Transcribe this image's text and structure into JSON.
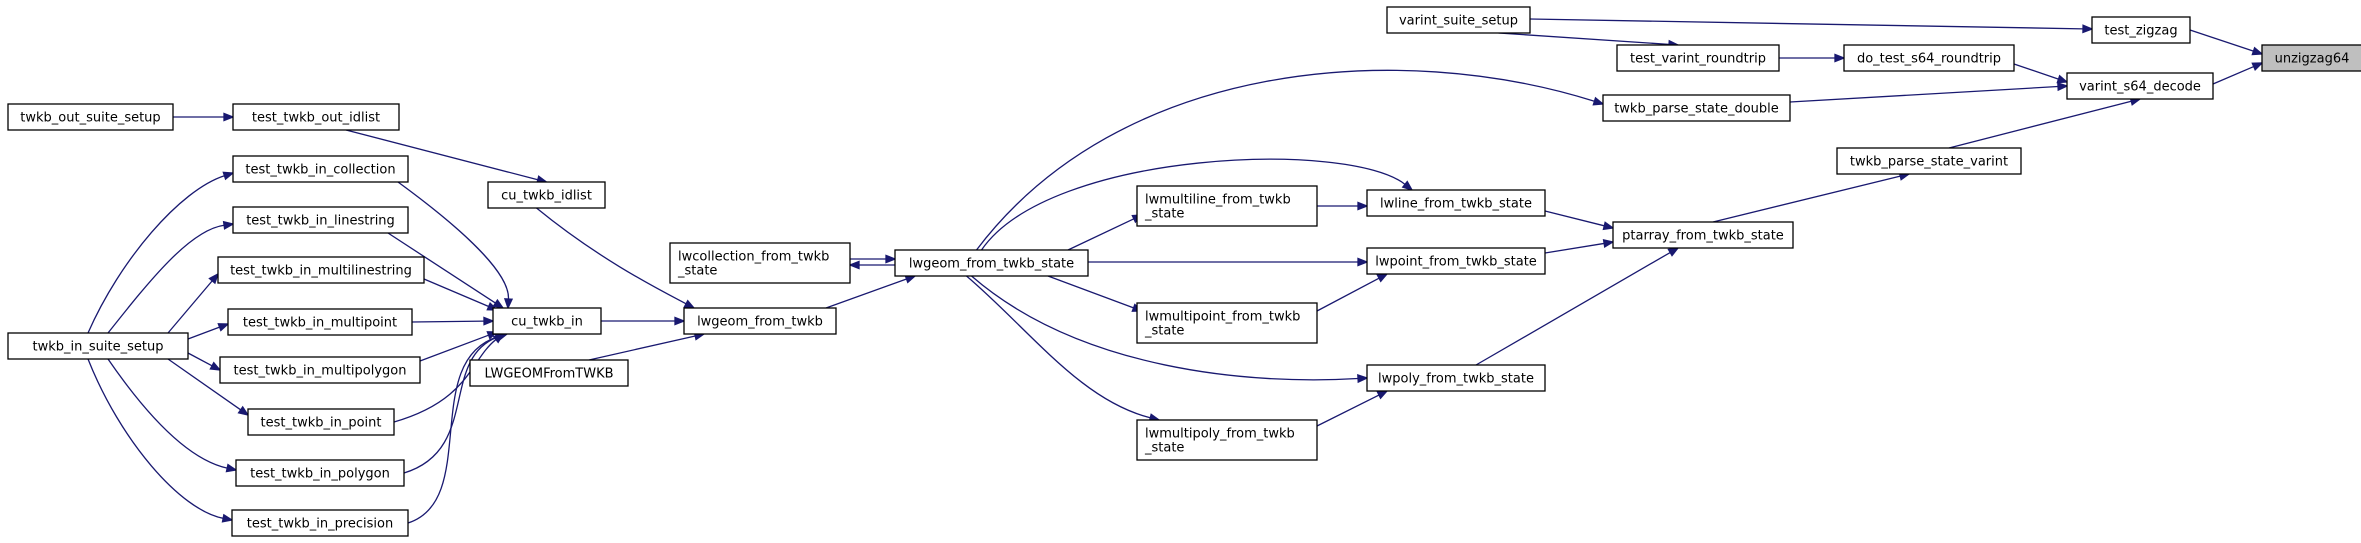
{
  "graph": {
    "nodes": [
      {
        "id": "unzigzag64",
        "lines": [
          "unzigzag64"
        ],
        "root": true
      },
      {
        "id": "test_zigzag",
        "lines": [
          "test_zigzag"
        ]
      },
      {
        "id": "varint_s64_decode",
        "lines": [
          "varint_s64_decode"
        ]
      },
      {
        "id": "varint_suite_setup",
        "lines": [
          "varint_suite_setup"
        ]
      },
      {
        "id": "do_test_s64_roundtrip",
        "lines": [
          "do_test_s64_roundtrip"
        ]
      },
      {
        "id": "test_varint_roundtrip",
        "lines": [
          "test_varint_roundtrip"
        ]
      },
      {
        "id": "twkb_parse_state_double",
        "lines": [
          "twkb_parse_state_double"
        ]
      },
      {
        "id": "twkb_parse_state_varint",
        "lines": [
          "twkb_parse_state_varint"
        ]
      },
      {
        "id": "ptarray_from_twkb_state",
        "lines": [
          "ptarray_from_twkb_state"
        ]
      },
      {
        "id": "lwline_from_twkb_state",
        "lines": [
          "lwline_from_twkb_state"
        ]
      },
      {
        "id": "lwpoint_from_twkb_state",
        "lines": [
          "lwpoint_from_twkb_state"
        ]
      },
      {
        "id": "lwpoly_from_twkb_state",
        "lines": [
          "lwpoly_from_twkb_state"
        ]
      },
      {
        "id": "lwmultiline_from_twkb_state",
        "lines": [
          "lwmultiline_from_twkb",
          "_state"
        ]
      },
      {
        "id": "lwmultipoint_from_twkb_state",
        "lines": [
          "lwmultipoint_from_twkb",
          "_state"
        ]
      },
      {
        "id": "lwmultipoly_from_twkb_state",
        "lines": [
          "lwmultipoly_from_twkb",
          "_state"
        ]
      },
      {
        "id": "lwgeom_from_twkb_state",
        "lines": [
          "lwgeom_from_twkb_state"
        ]
      },
      {
        "id": "lwcollection_from_twkb_state",
        "lines": [
          "lwcollection_from_twkb",
          "_state"
        ]
      },
      {
        "id": "lwgeom_from_twkb",
        "lines": [
          "lwgeom_from_twkb"
        ]
      },
      {
        "id": "LWGEOMFromTWKB",
        "lines": [
          "LWGEOMFromTWKB"
        ]
      },
      {
        "id": "cu_twkb_in",
        "lines": [
          "cu_twkb_in"
        ]
      },
      {
        "id": "cu_twkb_idlist",
        "lines": [
          "cu_twkb_idlist"
        ]
      },
      {
        "id": "test_twkb_out_idlist",
        "lines": [
          "test_twkb_out_idlist"
        ]
      },
      {
        "id": "twkb_out_suite_setup",
        "lines": [
          "twkb_out_suite_setup"
        ]
      },
      {
        "id": "test_twkb_in_collection",
        "lines": [
          "test_twkb_in_collection"
        ]
      },
      {
        "id": "test_twkb_in_linestring",
        "lines": [
          "test_twkb_in_linestring"
        ]
      },
      {
        "id": "test_twkb_in_multilinestring",
        "lines": [
          "test_twkb_in_multilinestring"
        ]
      },
      {
        "id": "test_twkb_in_multipoint",
        "lines": [
          "test_twkb_in_multipoint"
        ]
      },
      {
        "id": "test_twkb_in_multipolygon",
        "lines": [
          "test_twkb_in_multipolygon"
        ]
      },
      {
        "id": "test_twkb_in_point",
        "lines": [
          "test_twkb_in_point"
        ]
      },
      {
        "id": "test_twkb_in_polygon",
        "lines": [
          "test_twkb_in_polygon"
        ]
      },
      {
        "id": "test_twkb_in_precision",
        "lines": [
          "test_twkb_in_precision"
        ]
      },
      {
        "id": "twkb_in_suite_setup",
        "lines": [
          "twkb_in_suite_setup"
        ]
      }
    ],
    "edges": [
      {
        "from": "test_zigzag",
        "to": "unzigzag64"
      },
      {
        "from": "varint_s64_decode",
        "to": "unzigzag64"
      },
      {
        "from": "varint_suite_setup",
        "to": "test_zigzag"
      },
      {
        "from": "do_test_s64_roundtrip",
        "to": "varint_s64_decode"
      },
      {
        "from": "twkb_parse_state_double",
        "to": "varint_s64_decode"
      },
      {
        "from": "twkb_parse_state_varint",
        "to": "varint_s64_decode"
      },
      {
        "from": "test_varint_roundtrip",
        "to": "do_test_s64_roundtrip"
      },
      {
        "from": "varint_suite_setup",
        "to": "test_varint_roundtrip"
      },
      {
        "from": "lwgeom_from_twkb_state",
        "to": "twkb_parse_state_double"
      },
      {
        "from": "ptarray_from_twkb_state",
        "to": "twkb_parse_state_varint"
      },
      {
        "from": "lwline_from_twkb_state",
        "to": "ptarray_from_twkb_state"
      },
      {
        "from": "lwpoint_from_twkb_state",
        "to": "ptarray_from_twkb_state"
      },
      {
        "from": "lwpoly_from_twkb_state",
        "to": "ptarray_from_twkb_state"
      },
      {
        "from": "lwgeom_from_twkb_state",
        "to": "lwline_from_twkb_state"
      },
      {
        "from": "lwmultiline_from_twkb_state",
        "to": "lwline_from_twkb_state"
      },
      {
        "from": "lwgeom_from_twkb_state",
        "to": "lwpoint_from_twkb_state"
      },
      {
        "from": "lwmultipoint_from_twkb_state",
        "to": "lwpoint_from_twkb_state"
      },
      {
        "from": "lwgeom_from_twkb_state",
        "to": "lwpoly_from_twkb_state"
      },
      {
        "from": "lwmultipoly_from_twkb_state",
        "to": "lwpoly_from_twkb_state"
      },
      {
        "from": "lwgeom_from_twkb_state",
        "to": "lwmultiline_from_twkb_state"
      },
      {
        "from": "lwgeom_from_twkb_state",
        "to": "lwmultipoint_from_twkb_state"
      },
      {
        "from": "lwgeom_from_twkb_state",
        "to": "lwmultipoly_from_twkb_state"
      },
      {
        "from": "lwgeom_from_twkb_state",
        "to": "lwcollection_from_twkb_state"
      },
      {
        "from": "lwcollection_from_twkb_state",
        "to": "lwgeom_from_twkb_state"
      },
      {
        "from": "lwgeom_from_twkb",
        "to": "lwgeom_from_twkb_state"
      },
      {
        "from": "cu_twkb_in",
        "to": "lwgeom_from_twkb"
      },
      {
        "from": "cu_twkb_idlist",
        "to": "lwgeom_from_twkb"
      },
      {
        "from": "LWGEOMFromTWKB",
        "to": "lwgeom_from_twkb"
      },
      {
        "from": "test_twkb_out_idlist",
        "to": "cu_twkb_idlist"
      },
      {
        "from": "twkb_out_suite_setup",
        "to": "test_twkb_out_idlist"
      },
      {
        "from": "test_twkb_in_collection",
        "to": "cu_twkb_in"
      },
      {
        "from": "test_twkb_in_linestring",
        "to": "cu_twkb_in"
      },
      {
        "from": "test_twkb_in_multilinestring",
        "to": "cu_twkb_in"
      },
      {
        "from": "test_twkb_in_multipoint",
        "to": "cu_twkb_in"
      },
      {
        "from": "test_twkb_in_multipolygon",
        "to": "cu_twkb_in"
      },
      {
        "from": "test_twkb_in_point",
        "to": "cu_twkb_in"
      },
      {
        "from": "test_twkb_in_polygon",
        "to": "cu_twkb_in"
      },
      {
        "from": "test_twkb_in_precision",
        "to": "cu_twkb_in"
      },
      {
        "from": "twkb_in_suite_setup",
        "to": "test_twkb_in_collection"
      },
      {
        "from": "twkb_in_suite_setup",
        "to": "test_twkb_in_linestring"
      },
      {
        "from": "twkb_in_suite_setup",
        "to": "test_twkb_in_multilinestring"
      },
      {
        "from": "twkb_in_suite_setup",
        "to": "test_twkb_in_multipoint"
      },
      {
        "from": "twkb_in_suite_setup",
        "to": "test_twkb_in_multipolygon"
      },
      {
        "from": "twkb_in_suite_setup",
        "to": "test_twkb_in_point"
      },
      {
        "from": "twkb_in_suite_setup",
        "to": "test_twkb_in_polygon"
      },
      {
        "from": "twkb_in_suite_setup",
        "to": "test_twkb_in_precision"
      }
    ]
  }
}
